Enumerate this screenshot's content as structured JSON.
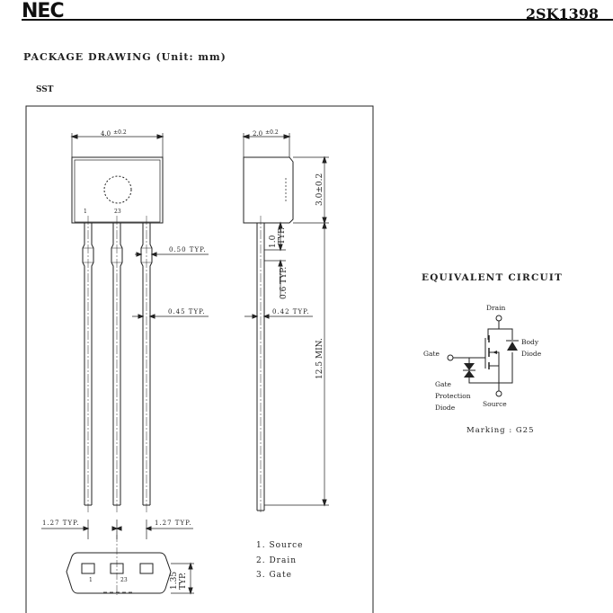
{
  "header": {
    "logo": "NEC",
    "part_number": "2SK1398"
  },
  "section_title": "PACKAGE DRAWING (Unit: mm)",
  "package_name": "SST",
  "drawing": {
    "dim_width": "4.0",
    "dim_width_tol": "±0.2",
    "dim_thickness": "2.0",
    "dim_thickness_tol": "±0.2",
    "dim_height": "3.0±0.2",
    "dim_shoulder": "1.0",
    "dim_shoulder_typ": "TYP.",
    "dim_lead_seg": "0.6 TYP.",
    "dim_lead_length": "12.5 MIN.",
    "dim_lead_width_upper": "0.50 TYP.",
    "dim_lead_width_lower": "0.45 TYP.",
    "dim_lead_thickness": "0.42 TYP.",
    "dim_pitch_left": "1.27 TYP.",
    "dim_pitch_right": "1.27 TYP.",
    "dim_bottom_height": "1.35",
    "dim_bottom_typ": "TYP.",
    "pin_label_1": "1",
    "pin_label_23": "23",
    "pin_list": [
      "1. Source",
      "2. Drain",
      "3. Gate"
    ]
  },
  "circuit": {
    "title": "EQUIVALENT CIRCUIT",
    "drain": "Drain",
    "gate": "Gate",
    "source": "Source",
    "body_diode_1": "Body",
    "body_diode_2": "Diode",
    "gpd_1": "Gate",
    "gpd_2": "Protection",
    "gpd_3": "Diode",
    "marking": "Marking : G25"
  }
}
